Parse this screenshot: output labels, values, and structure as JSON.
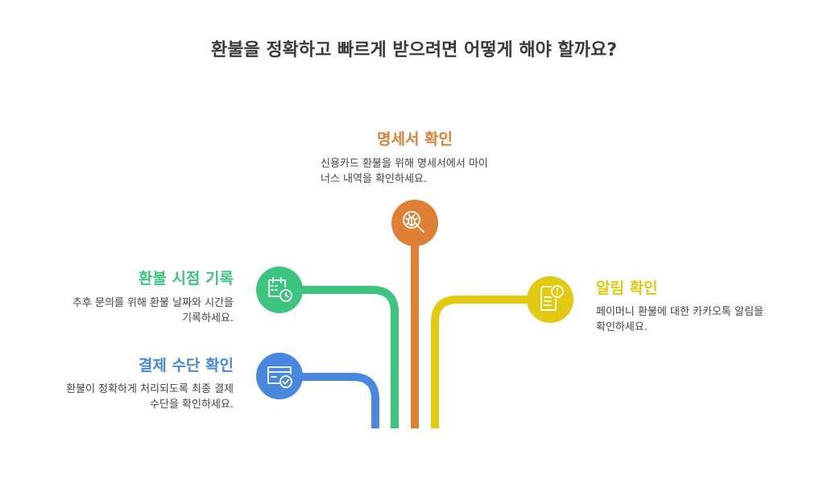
{
  "title": "환불을 정확하고 빠르게 받으려면 어떻게 해야 할까요?",
  "colors": {
    "orange": "#DE7F34",
    "green": "#3DC47E",
    "blue": "#4A87DF",
    "yellow": "#E2CA12"
  },
  "steps": {
    "statement": {
      "title": "명세서 확인",
      "description_lines": [
        "신용카드 환불을 위해 명세서에서 마이",
        "너스 내역을 확인하세요."
      ],
      "icon": "bug-magnifier-icon",
      "color": "#DE7F34"
    },
    "record_time": {
      "title": "환불 시점 기록",
      "description_lines": [
        "추후 문의를 위해 환불 날짜와 시간을",
        "기록하세요."
      ],
      "icon": "calendar-clock-icon",
      "color": "#3DC47E"
    },
    "payment_method": {
      "title": "결제 수단 확인",
      "description_lines": [
        "환불이 정확하게 처리되도록 최종 결제",
        "수단을 확인하세요."
      ],
      "icon": "card-check-icon",
      "color": "#4A87DF"
    },
    "notification": {
      "title": "알림 확인",
      "description_lines": [
        "페이머니 환불에 대한 카카오톡 알림을",
        "확인하세요."
      ],
      "icon": "document-alert-icon",
      "color": "#E2CA12"
    }
  }
}
